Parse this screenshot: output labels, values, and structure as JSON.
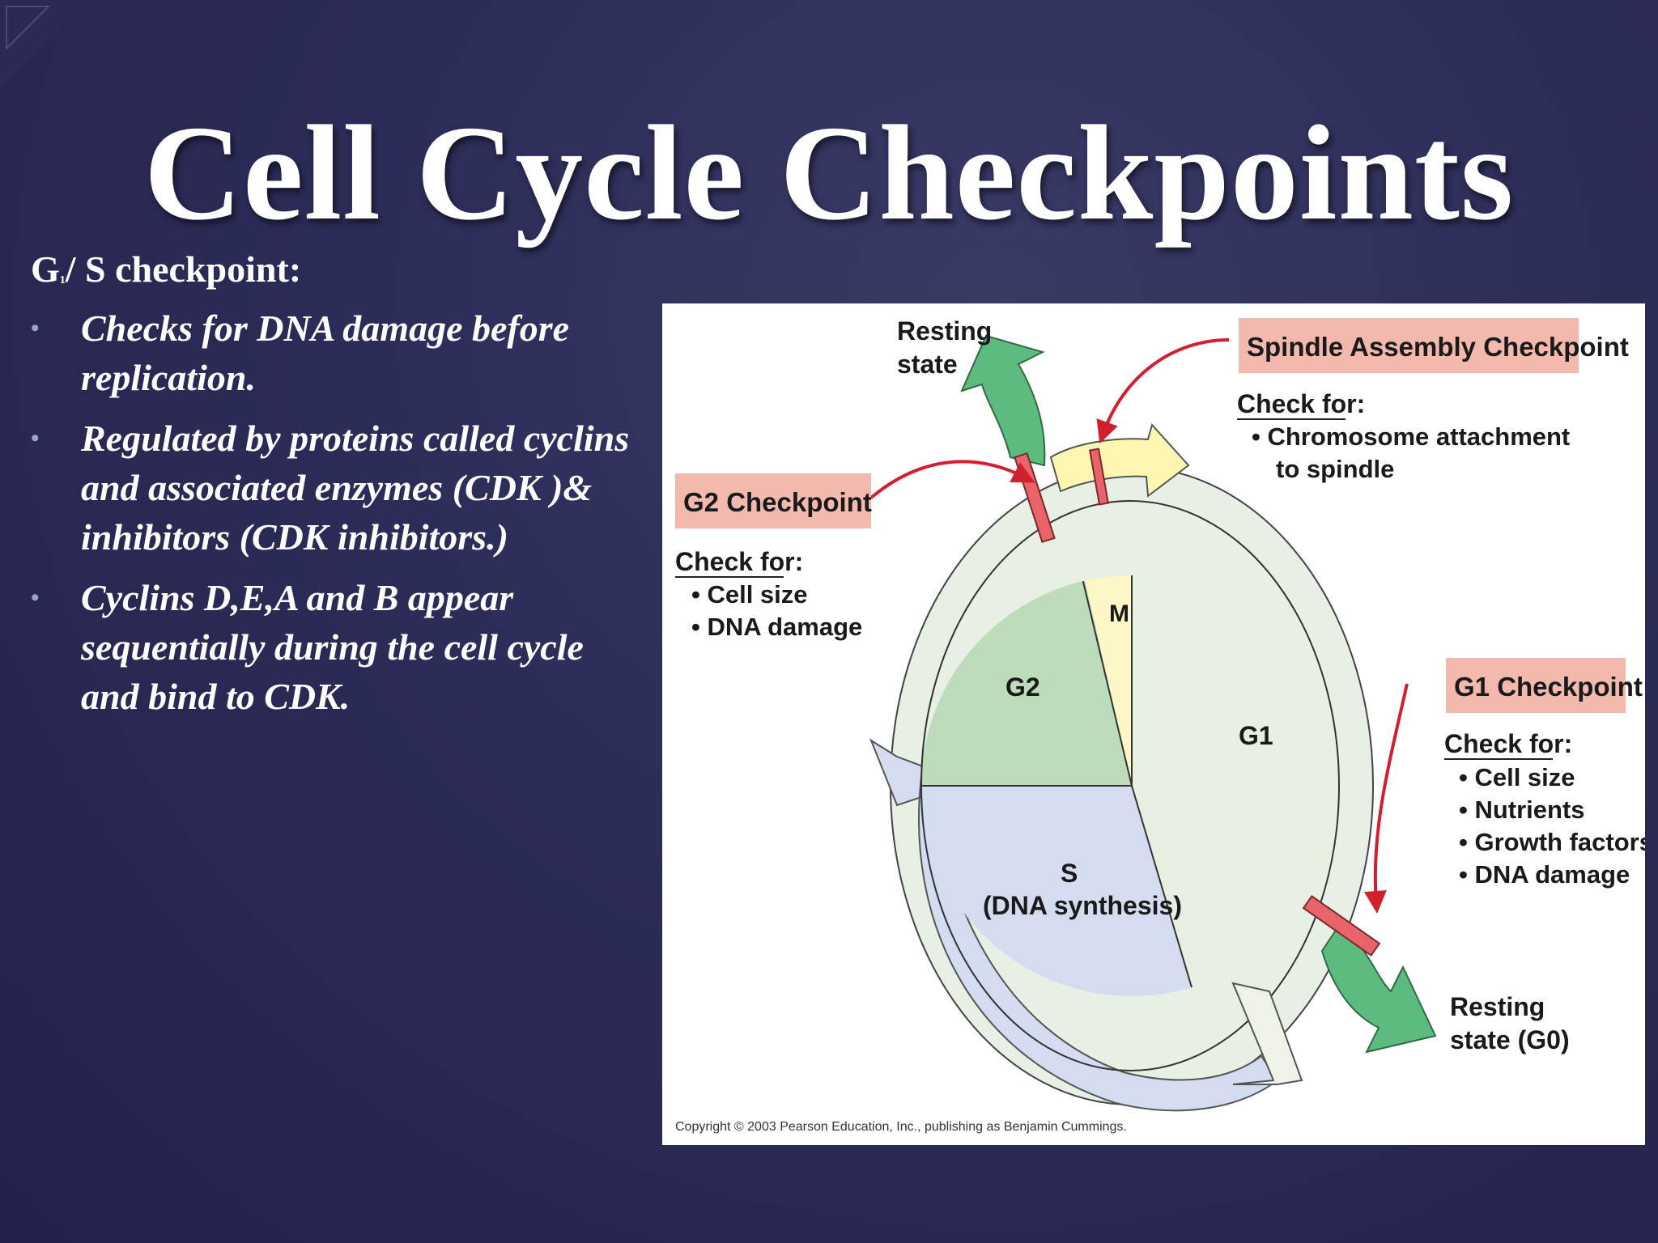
{
  "slide": {
    "title": "Cell Cycle Checkpoints",
    "subheading": {
      "g": "G",
      "sub": "1",
      "rest": "/ S checkpoint:"
    },
    "bullets": [
      "Checks for DNA damage before replication.",
      "Regulated by proteins called cyclins and associated enzymes (CDK )& inhibitors  (CDK inhibitors.)",
      "Cyclins D,E,A and B appear sequentially during the cell cycle and bind to CDK."
    ],
    "bullet_glyph": "•"
  },
  "figure": {
    "phases": {
      "g1": "G1",
      "g2": "G2",
      "m": "M",
      "s": "S",
      "s_sub": "(DNA synthesis)"
    },
    "resting_top": [
      "Resting",
      "state"
    ],
    "resting_bottom": [
      "Resting",
      "state (G0)"
    ],
    "spindle": {
      "title": "Spindle Assembly Checkpoint",
      "check_for": "Check for:",
      "items": [
        "• Chromosome attachment",
        "to spindle"
      ]
    },
    "g2_checkpoint": {
      "title": "G2 Checkpoint",
      "check_for": "Check for:",
      "items": [
        "• Cell size",
        "• DNA damage"
      ]
    },
    "g1_checkpoint": {
      "title": "G1 Checkpoint",
      "check_for": "Check for:",
      "items": [
        "• Cell size",
        "• Nutrients",
        "• Growth factors",
        "• DNA damage"
      ]
    },
    "copyright": "Copyright © 2003 Pearson Education, Inc., publishing as Benjamin Cummings.",
    "colors": {
      "g1": "#e6efe2",
      "g2": "#bcdcbc",
      "m": "#fdf6c6",
      "s": "#d4dcef",
      "checkpoint_box": "#f4b9ad",
      "checkpoint_bar": "#e8646a",
      "arrow_red": "#d11f2e",
      "arrow_green": "#5dbb7f"
    }
  }
}
